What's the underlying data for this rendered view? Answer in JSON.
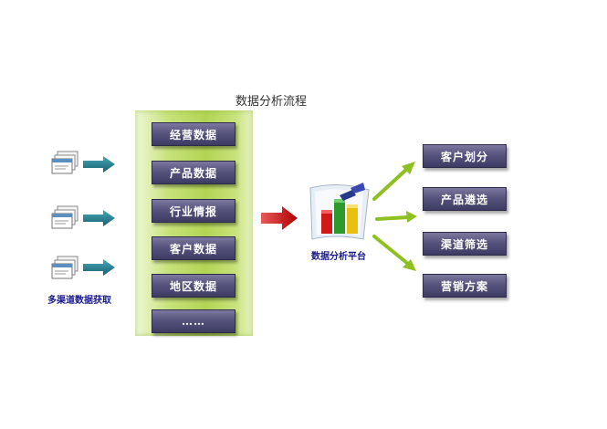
{
  "title": "数据分析流程",
  "sources": {
    "caption": "多渠道数据获取",
    "icons": [
      "document-stack-icon",
      "document-stack-icon",
      "document-stack-icon"
    ]
  },
  "data_items": [
    "经营数据",
    "产品数据",
    "行业情报",
    "客户数据",
    "地区数据",
    "……"
  ],
  "platform": {
    "label": "数据分析平台",
    "icon": "bar-chart-icon"
  },
  "outputs": [
    "客户划分",
    "产品遴选",
    "渠道筛选",
    "营销方案"
  ],
  "colors": {
    "box_fill": "#56537d",
    "panel_green": "#b2d455",
    "teal_arrow": "#1e7a8c",
    "red_arrow": "#c01010",
    "green_arrow": "#8dc020",
    "caption_text": "#1a1a8c"
  }
}
